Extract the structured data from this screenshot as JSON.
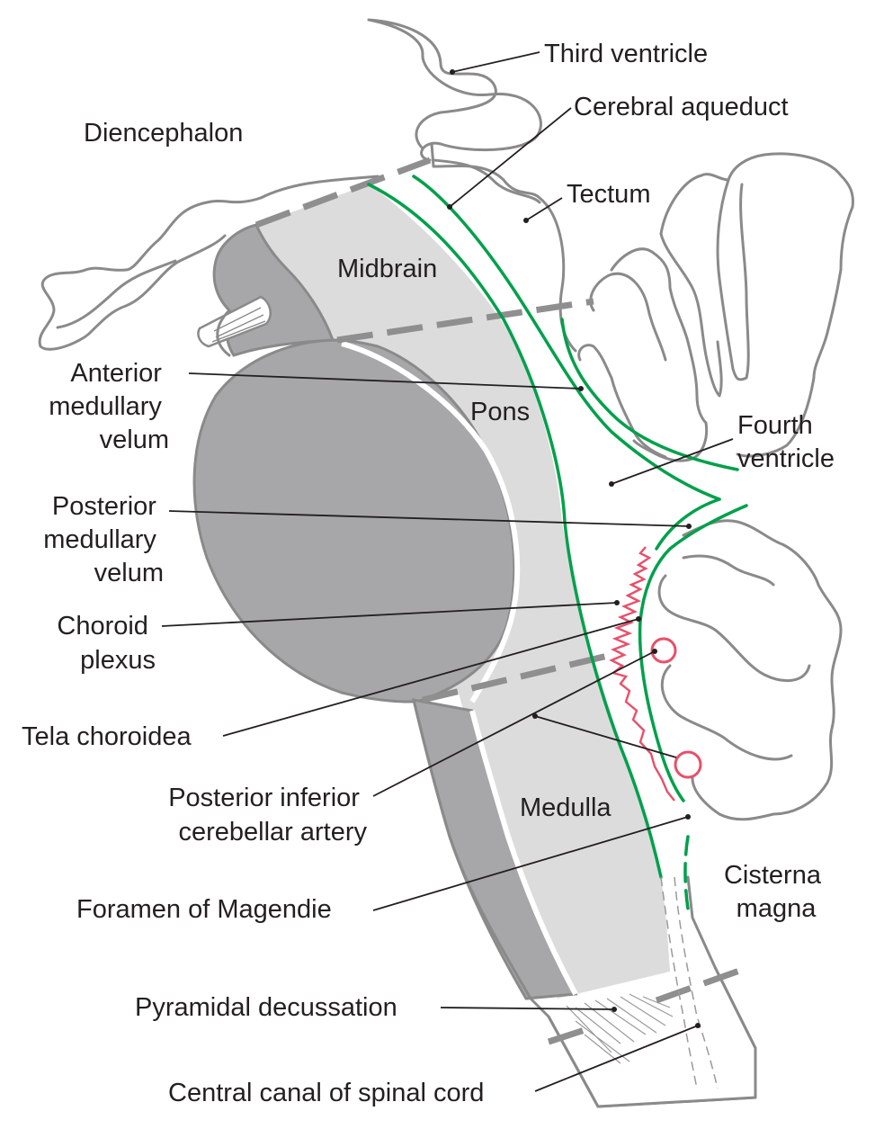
{
  "labels": {
    "third_ventricle": "Third ventricle",
    "cerebral_aqueduct": "Cerebral aqueduct",
    "diencephalon": "Diencephalon",
    "tectum": "Tectum",
    "midbrain": "Midbrain",
    "anterior_medullary_velum": [
      "Anterior",
      "medullary",
      "velum"
    ],
    "pons": "Pons",
    "fourth_ventricle": [
      "Fourth",
      "ventricle"
    ],
    "posterior_medullary_velum": [
      "Posterior",
      "medullary",
      "velum"
    ],
    "choroid_plexus": [
      "Choroid",
      "plexus"
    ],
    "tela_choroidea": "Tela choroidea",
    "posterior_inferior_cerebellar_artery": [
      "Posterior inferior",
      "cerebellar artery"
    ],
    "medulla": "Medulla",
    "cisterna_magna": [
      "Cisterna",
      "magna"
    ],
    "foramen_of_magendie": "Foramen of Magendie",
    "pyramidal_decussation": "Pyramidal decussation",
    "central_canal": "Central canal of spinal cord"
  },
  "colors": {
    "membrane": "#00a04b",
    "choroid_plexus": "#e8506a",
    "outline": "#8a8a8a",
    "brainstem_fill": "#dcdcdd",
    "pons_fill": "#a7a7a9"
  }
}
